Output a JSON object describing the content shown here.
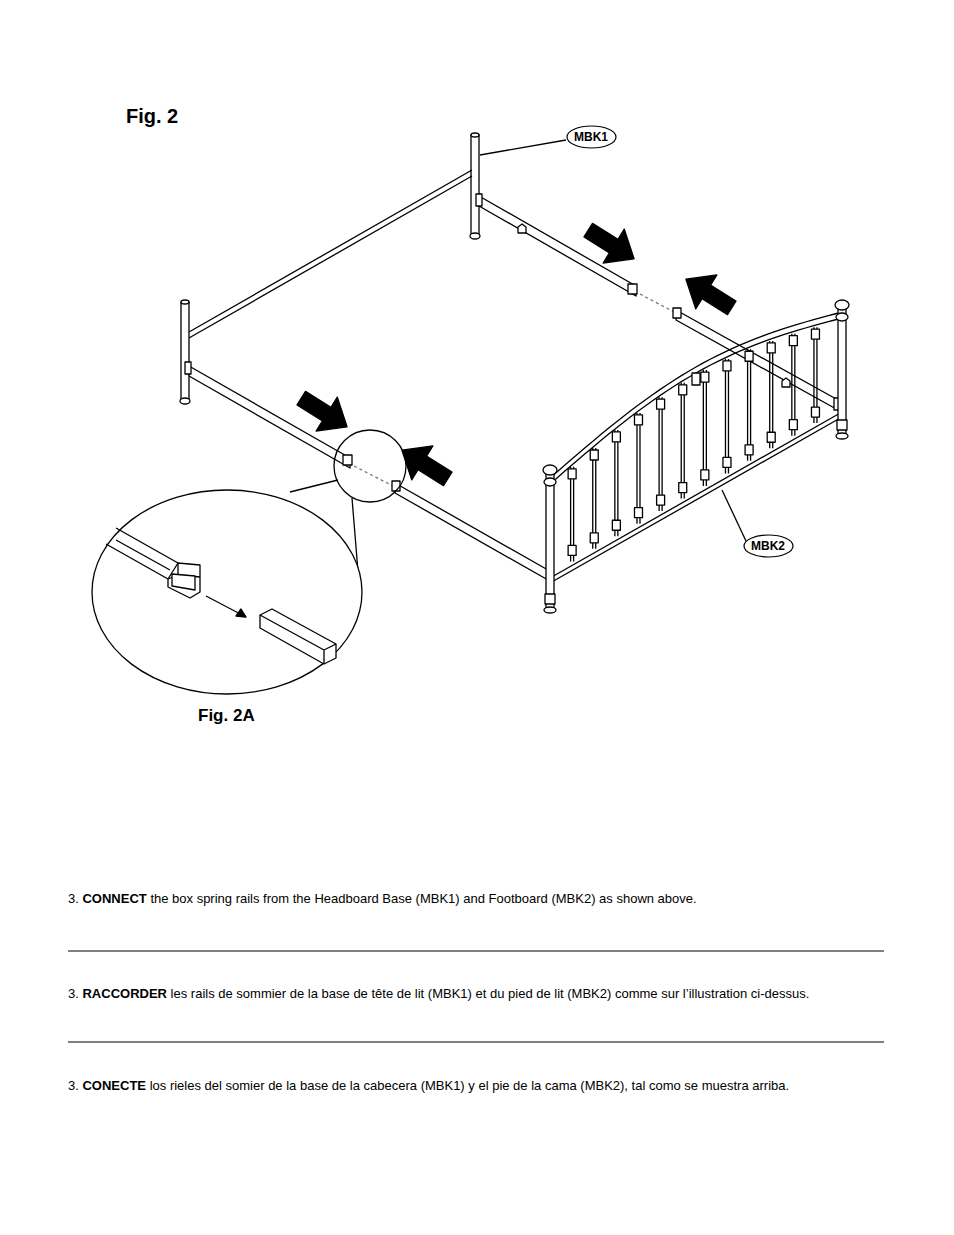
{
  "diagram": {
    "nodes": [
      {
        "text": [
          "MBK1"
        ]
      },
      {
        "text": [
          "MBK2"
        ]
      }
    ],
    "labels": [
      "Fig. 2",
      "Fig. 2A",
      "3.",
      "CONNECT",
      "the box spring rails from the Headboard Base (MBK1) and Footboard (MBK2) as shown above.",
      "3.",
      "RACCORDER",
      "les rails de sommier de la base de tête de lit (MBK1) et du pied de lit (MBK2) comme sur l’illustration ci-dessus.",
      "3.",
      "CONECTE",
      "los rieles del somier de la base de la cabecera (MBK1) y el pie de la cama (MBK2), tal como se muestra arriba."
    ]
  }
}
